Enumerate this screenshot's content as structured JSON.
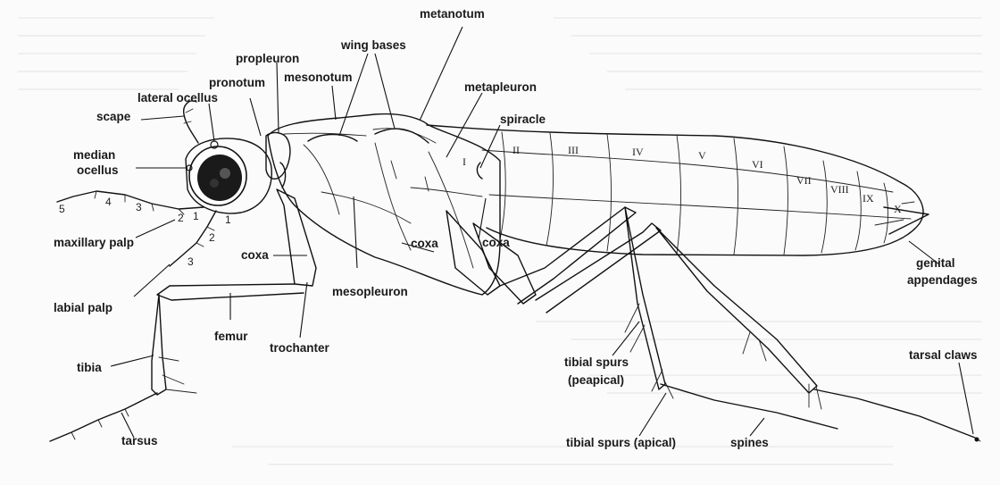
{
  "labels": {
    "metanotum": "metanotum",
    "wing_bases": "wing bases",
    "propleuron": "propleuron",
    "mesonotum": "mesonotum",
    "pronotum": "pronotum",
    "lateral_ocellus": "lateral ocellus",
    "metapleuron": "metapleuron",
    "scape": "scape",
    "spiracle": "spiracle",
    "median_ocellus_1": "median",
    "median_ocellus_2": "ocellus",
    "maxillary_palp": "maxillary palp",
    "coxa_fore": "coxa",
    "coxa_mid": "coxa",
    "coxa_hind": "coxa",
    "labial_palp": "labial palp",
    "mesopleuron": "mesopleuron",
    "femur": "femur",
    "trochanter": "trochanter",
    "tibia": "tibia",
    "tibial_spurs_preapical_1": "tibial spurs",
    "tibial_spurs_preapical_2": "(peapical)",
    "tibial_spurs_apical": "tibial spurs (apical)",
    "spines": "spines",
    "tarsus": "tarsus",
    "tarsal_claws": "tarsal claws",
    "genital_appendages_1": "genital",
    "genital_appendages_2": "appendages"
  },
  "segments": {
    "I": "I",
    "II": "II",
    "III": "III",
    "IV": "IV",
    "V": "V",
    "VI": "VI",
    "VII": "VII",
    "VIII": "VIII",
    "IX": "IX",
    "X": "X"
  },
  "palp_numbers": {
    "max_5": "5",
    "max_4": "4",
    "max_3": "3",
    "max_2": "2",
    "max_1": "1",
    "lab_1": "1",
    "lab_2": "2",
    "lab_3": "3"
  }
}
